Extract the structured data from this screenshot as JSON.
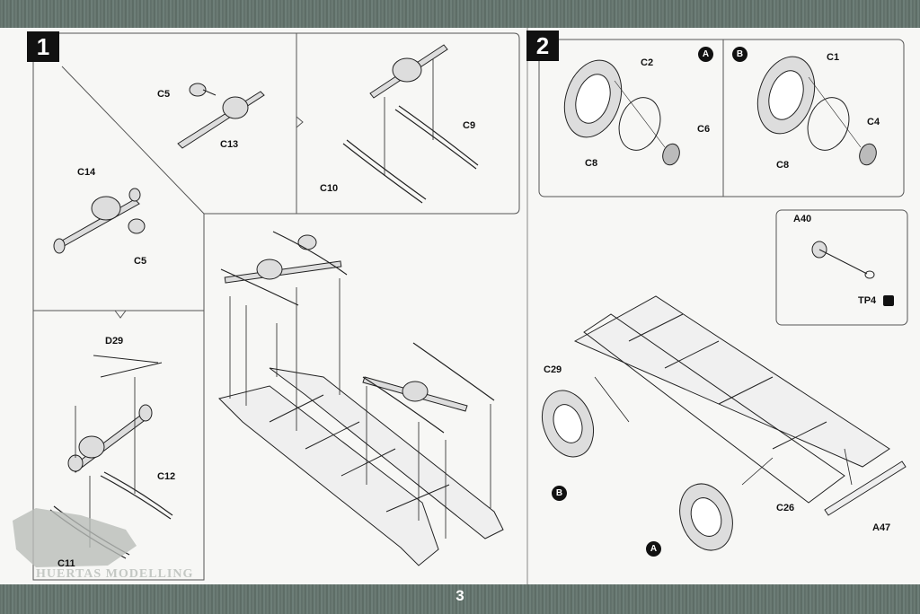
{
  "steps": {
    "step1": "1",
    "step2": "2"
  },
  "page_number": "3",
  "markers": {
    "a": "A",
    "b": "B"
  },
  "step1_labels": {
    "c5_top": "C5",
    "c13": "C13",
    "c14": "C14",
    "c5_bottom": "C5",
    "c9": "C9",
    "c10": "C10",
    "d29": "D29",
    "c12": "C12",
    "c11": "C11"
  },
  "step2_labels": {
    "c2": "C2",
    "c8_a": "C8",
    "c6": "C6",
    "c1": "C1",
    "c8_b": "C8",
    "c4": "C4",
    "a40": "A40",
    "tp4": "TP4",
    "c29": "C29",
    "c26": "C26",
    "a47": "A47"
  },
  "watermark": "HUERTAS MODELLING"
}
